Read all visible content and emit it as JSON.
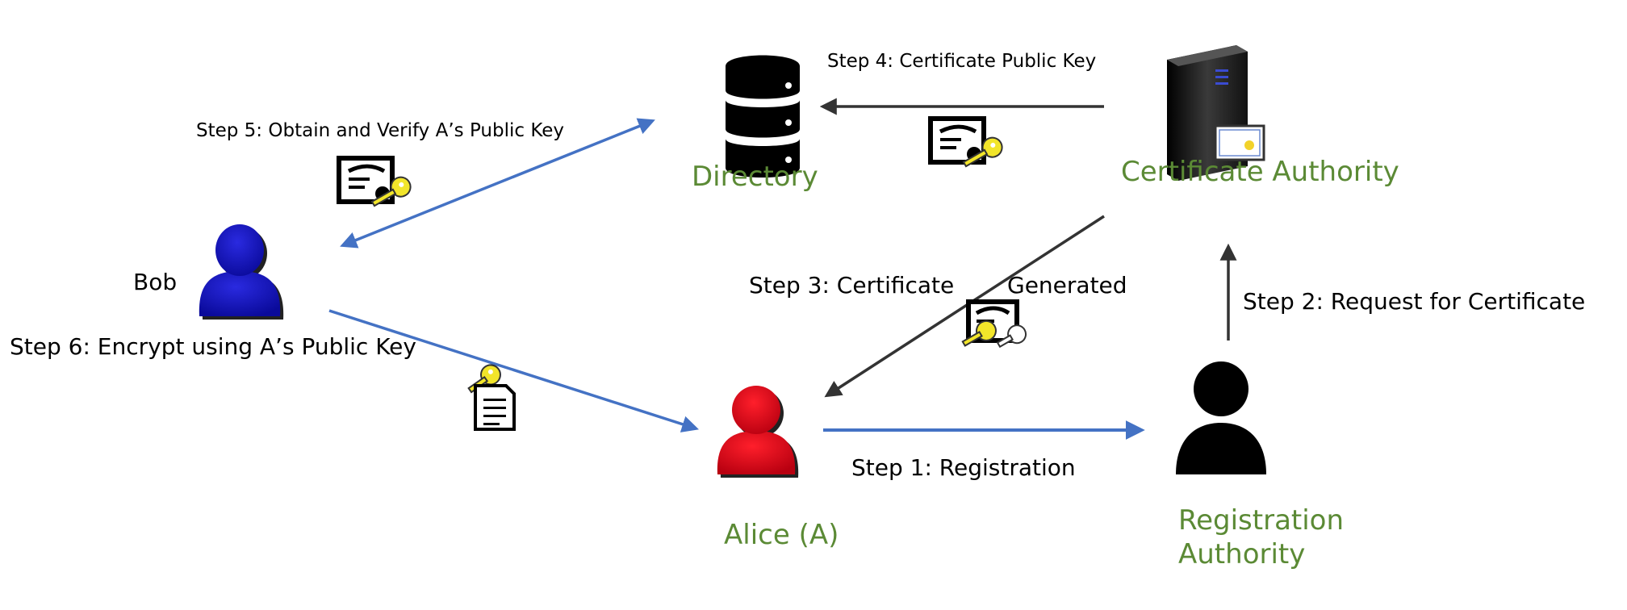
{
  "nodes": {
    "directory": "Directory",
    "certificate_authority": "Certificate Authority",
    "bob": "Bob",
    "alice": "Alice (A)",
    "registration_authority_line1": "Registration",
    "registration_authority_line2": "Authority"
  },
  "steps": {
    "step1": "Step 1: Registration",
    "step2": "Step 2: Request for Certificate",
    "step3_a": "Step 3: Certificate",
    "step3_b": "Generated",
    "step4": "Step 4: Certificate Public Key",
    "step5": "Step 5: Obtain and Verify A’s Public Key",
    "step6": "Step 6: Encrypt using A’s Public Key"
  },
  "colors": {
    "node_label": "#5b8a35",
    "bob": "#1414b8",
    "alice": "#d6111c",
    "blue_arrow": "#4472c4",
    "dark_arrow": "#333333",
    "key": "#f2e52a"
  },
  "icons": [
    "database-icon",
    "server-icon",
    "certificate-icon",
    "key-icon",
    "user-icon",
    "document-icon"
  ]
}
